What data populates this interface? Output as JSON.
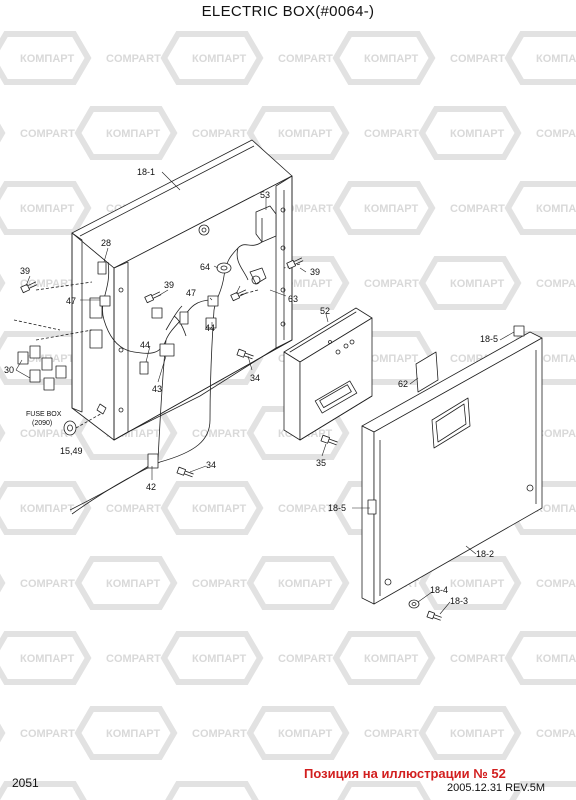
{
  "title": "ELECTRIC BOX(#0064-)",
  "page_number": "2051",
  "reference_note": "Позиция на иллюстрации № 52",
  "revision": "2005.12.31  REV.5M",
  "watermark": {
    "text_cyrillic": "КОМПАРТ",
    "text_latin": "COMPART",
    "color": "#d9d9d9"
  },
  "part_labels": [
    "18-1",
    "53",
    "28",
    "39",
    "64",
    "39",
    "39",
    "47",
    "47",
    "63",
    "52",
    "44",
    "44",
    "30",
    "43",
    "34",
    "18-5",
    "62",
    "FUSE BOX",
    "(2090)",
    "15,49",
    "35",
    "34",
    "42",
    "18-5",
    "18-2",
    "18-4",
    "18-3"
  ]
}
